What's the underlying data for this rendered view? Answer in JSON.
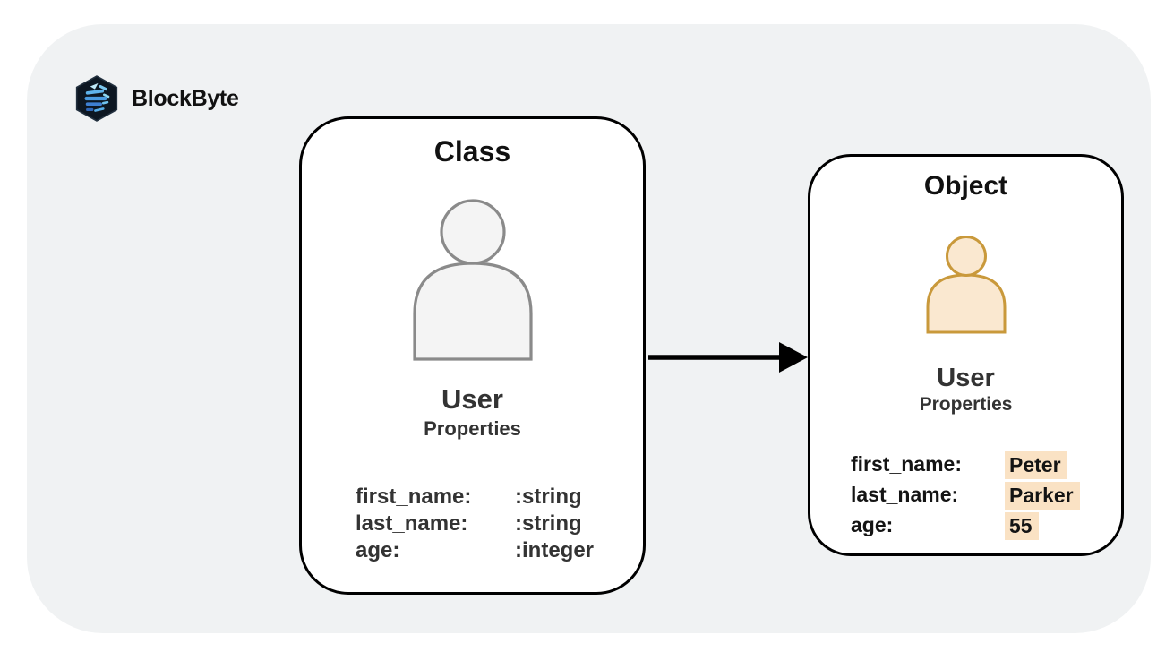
{
  "brand": {
    "name": "BlockByte",
    "logo_icon": "blockbyte-hex-cube-logo"
  },
  "arrow": {
    "icon": "arrow-right",
    "meaning": "class-instantiates-object"
  },
  "class_card": {
    "title": "Class",
    "icon": "user-silhouette-icon",
    "entity_name": "User",
    "section_label": "Properties",
    "properties": [
      {
        "label": "first_name:",
        "value": ":string"
      },
      {
        "label": "last_name:",
        "value": ":string"
      },
      {
        "label": "age:",
        "value": ":integer"
      }
    ]
  },
  "object_card": {
    "title": "Object",
    "icon": "user-silhouette-icon",
    "entity_name": "User",
    "section_label": "Properties",
    "properties": [
      {
        "label": "first_name:",
        "value": "Peter",
        "highlighted": true
      },
      {
        "label": "last_name:",
        "value": "Parker",
        "highlighted": true
      },
      {
        "label": "age:",
        "value": "55",
        "highlighted": true
      }
    ]
  },
  "colors": {
    "canvas_bg": "#F0F2F3",
    "card_bg": "#FFFFFF",
    "card_border": "#000000",
    "title_text": "#111111",
    "body_text": "#333333",
    "object_text": "#141414",
    "class_icon_stroke": "#8A8A8A",
    "class_icon_fill": "#F4F4F4",
    "object_icon_stroke": "#C9993B",
    "object_icon_fill": "#FAE8D0",
    "value_highlight": "#FAE2C4",
    "arrow": "#000000",
    "logo_dark": "#0D1722",
    "logo_blue": "#5FB3EA",
    "logo_cyan": "#A8E4F7"
  }
}
